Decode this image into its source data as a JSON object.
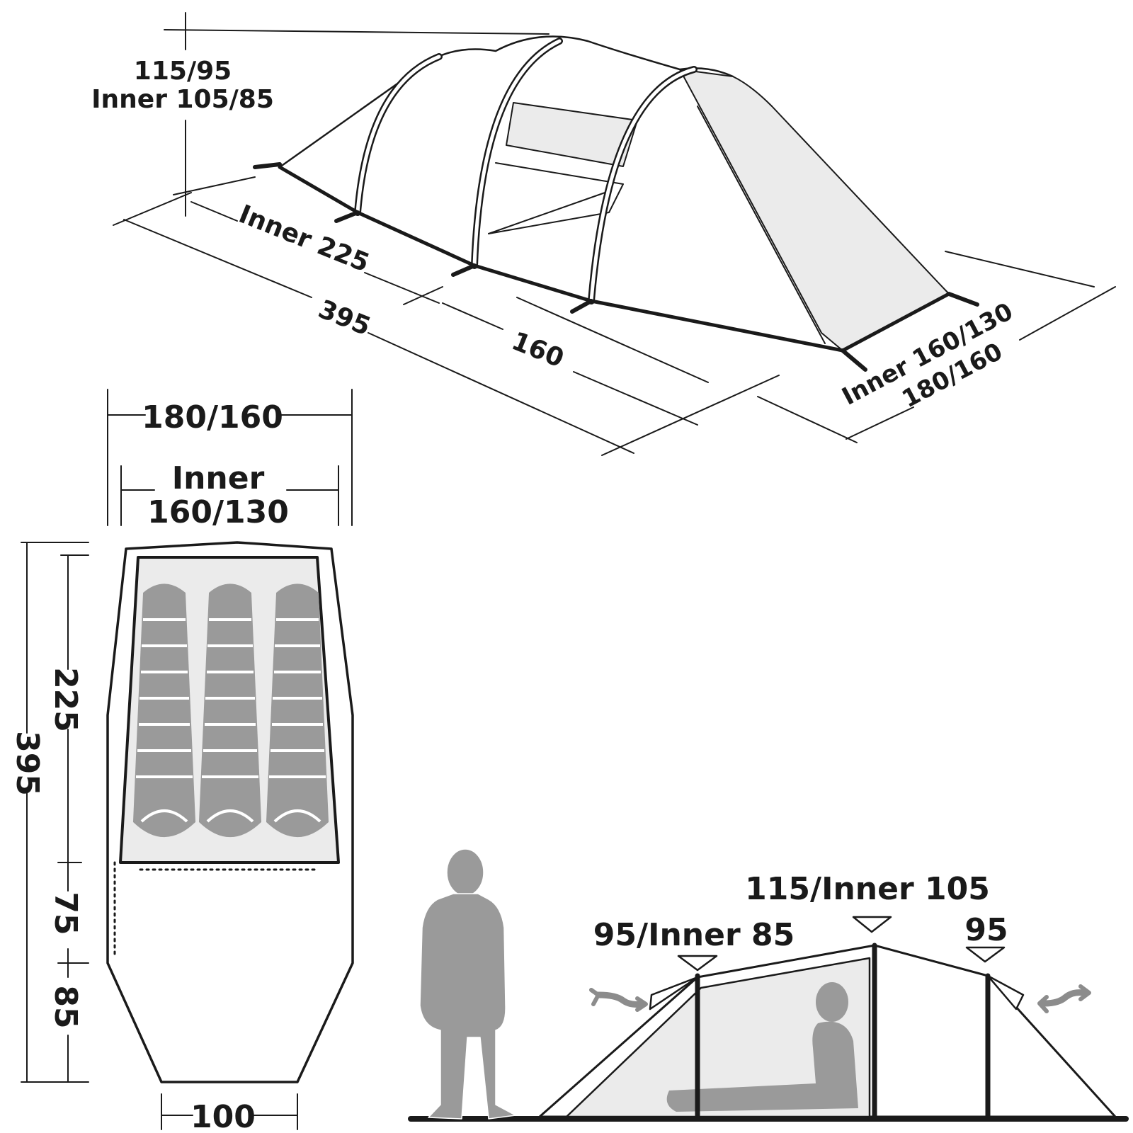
{
  "colors": {
    "ink": "#1a1a1a",
    "fill_light": "#ebebeb",
    "fill_mid": "#9a9a9a",
    "arrow": "#8c8c8c",
    "background": "#ffffff"
  },
  "perspective_view": {
    "height_label": "115/95",
    "height_inner_label": "Inner 105/85",
    "length_inner_label": "Inner 225",
    "length_total_label": "395",
    "vestibule_label": "160",
    "width_inner_label": "Inner 160/130",
    "width_total_label": "180/160"
  },
  "floor_plan": {
    "width_total_label": "180/160",
    "width_inner_word": "Inner",
    "width_inner_label": "160/130",
    "length_total_label": "395",
    "inner_length_label": "225",
    "segment_middle_label": "75",
    "segment_end_label": "85",
    "end_width_label": "100",
    "sleeping_bag_count": 3
  },
  "side_view": {
    "center_height_label": "115/Inner 105",
    "rear_height_label": "95/Inner 85",
    "front_height_label": "95",
    "icons": [
      "standing-person-icon",
      "sitting-person-icon",
      "ventilation-arrow-icon"
    ]
  }
}
